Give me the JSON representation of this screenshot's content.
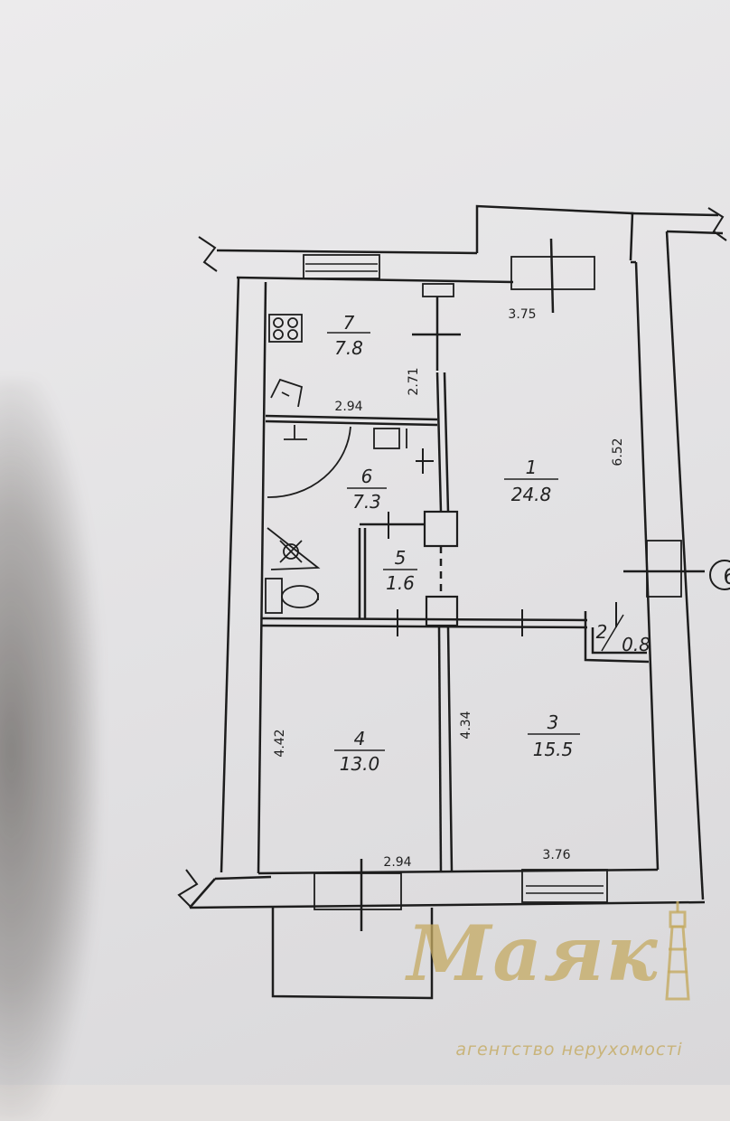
{
  "rooms": [
    {
      "number": "1",
      "area": "24.8"
    },
    {
      "number": "2",
      "area": "0.8"
    },
    {
      "number": "3",
      "area": "15.5"
    },
    {
      "number": "4",
      "area": "13.0"
    },
    {
      "number": "5",
      "area": "1.6"
    },
    {
      "number": "6",
      "area": "7.3"
    },
    {
      "number": "7",
      "area": "7.8"
    }
  ],
  "dimensions": {
    "room1_width": "3.75",
    "room1_length": "6.52",
    "room7_width": "2.94",
    "room7_length": "2.71",
    "room4_width": "2.94",
    "room4_length": "4.42",
    "room3_width": "3.76",
    "room3_length": "4.34"
  },
  "axis_marker": "6",
  "watermark": {
    "name": "Маяк",
    "subtitle": "агентство нерухомості",
    "color": "#c4aa62"
  }
}
